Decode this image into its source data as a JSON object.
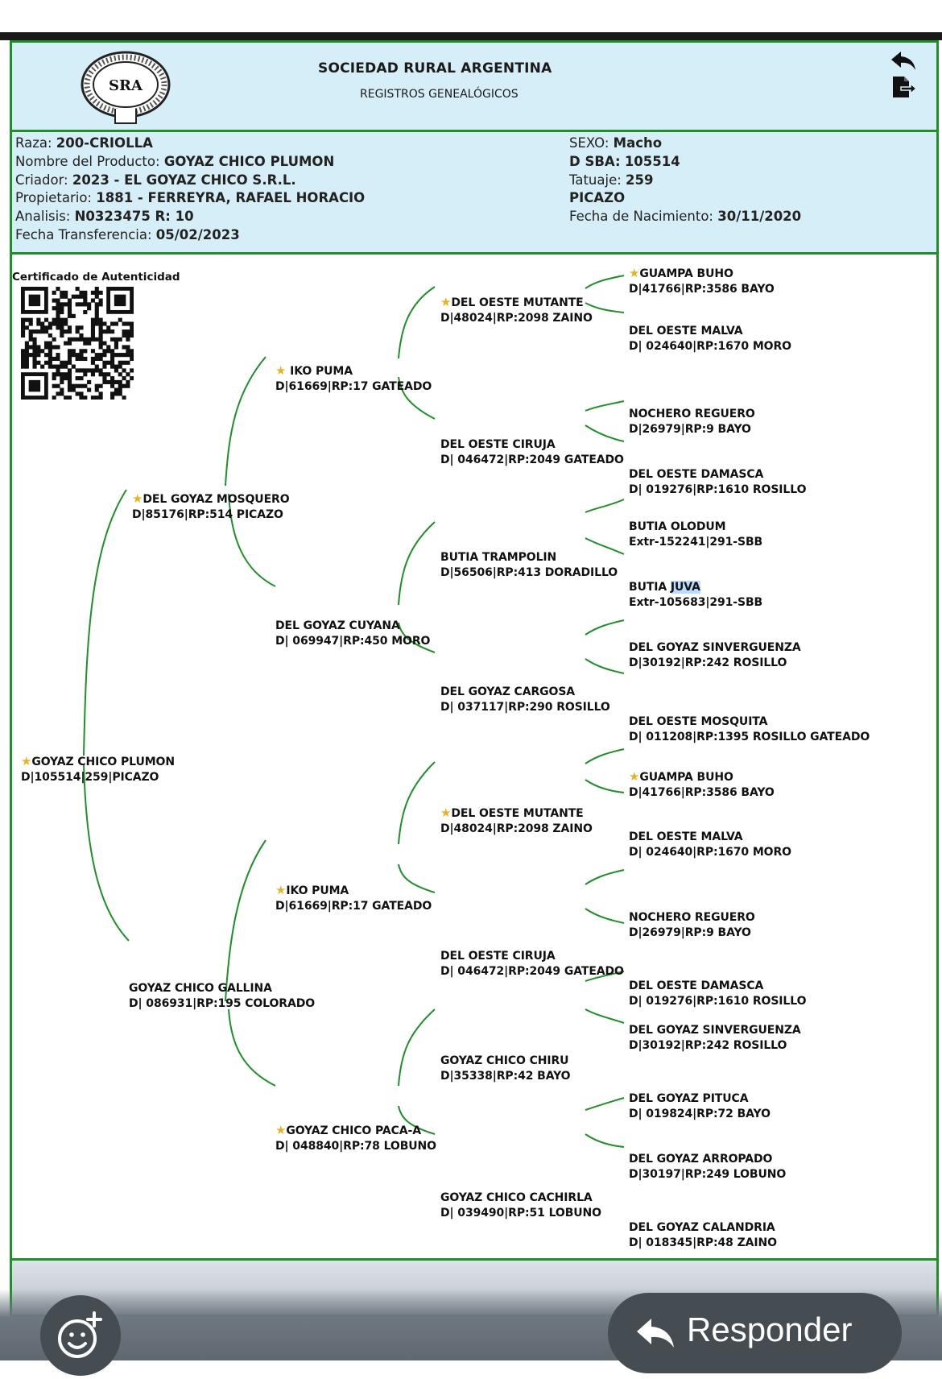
{
  "header": {
    "org_name": "SOCIEDAD RURAL ARGENTINA",
    "subtitle": "REGISTROS GENEALÓGICOS",
    "logo_text": "SRA",
    "icons": [
      "back-arrow-icon",
      "export-document-icon"
    ]
  },
  "info": {
    "raza_label": "Raza:",
    "raza": "200-CRIOLLA",
    "nombre_label": "Nombre del Producto:",
    "nombre": "GOYAZ CHICO PLUMON",
    "criador_label": "Criador:",
    "criador": "2023 - EL GOYAZ CHICO S.R.L.",
    "propietario_label": "Propietario:",
    "propietario": "1881 - FERREYRA, RAFAEL HORACIO",
    "analisis_label": "Analisis:",
    "analisis": "N0323475 R: 10",
    "transferencia_label": "Fecha Transferencia:",
    "transferencia": "05/02/2023",
    "sexo_label": "SEXO:",
    "sexo": "Macho",
    "dsba_label": "D SBA:",
    "dsba": "105514",
    "tatuaje_label": "Tatuaje:",
    "tatuaje": "259",
    "pelaje": "PICAZO",
    "nacimiento_label": "Fecha de Nacimiento:",
    "nacimiento": "30/11/2020"
  },
  "certificate_label": "Certificado de Autenticidad",
  "tree": {
    "root": {
      "name": "GOYAZ CHICO PLUMON",
      "detail": "D|105514|259|PICAZO"
    },
    "g1_sire": {
      "name": "DEL GOYAZ MOSQUERO",
      "detail": "D|85176|RP:514 PICAZO"
    },
    "g1_dam": {
      "name": "GOYAZ CHICO GALLINA",
      "detail": "D| 086931|RP:195 COLORADO"
    },
    "g2": [
      {
        "name": "IKO PUMA",
        "detail": "D|61669|RP:17 GATEADO"
      },
      {
        "name": "DEL GOYAZ CUYANA",
        "detail": "D| 069947|RP:450 MORO"
      },
      {
        "name": "IKO PUMA",
        "detail": "D|61669|RP:17 GATEADO"
      },
      {
        "name": "GOYAZ CHICO PACA-A",
        "detail": "D| 048840|RP:78 LOBUNO"
      }
    ],
    "g3": [
      {
        "name": "DEL OESTE MUTANTE",
        "detail": "D|48024|RP:2098 ZAINO"
      },
      {
        "name": "DEL OESTE CIRUJA",
        "detail": "D| 046472|RP:2049 GATEADO"
      },
      {
        "name": "BUTIA TRAMPOLIN",
        "detail": "D|56506|RP:413 DORADILLO"
      },
      {
        "name": "DEL GOYAZ CARGOSA",
        "detail": "D| 037117|RP:290 ROSILLO"
      },
      {
        "name": "DEL OESTE MUTANTE",
        "detail": "D|48024|RP:2098 ZAINO"
      },
      {
        "name": "DEL OESTE CIRUJA",
        "detail": "D| 046472|RP:2049 GATEADO"
      },
      {
        "name": "GOYAZ CHICO CHIRU",
        "detail": "D|35338|RP:42 BAYO"
      },
      {
        "name": "GOYAZ CHICO CACHIRLA",
        "detail": "D| 039490|RP:51 LOBUNO"
      }
    ],
    "g4": [
      {
        "name": "GUAMPA BUHO",
        "detail": "D|41766|RP:3586 BAYO"
      },
      {
        "name": "DEL OESTE MALVA",
        "detail": "D| 024640|RP:1670 MORO"
      },
      {
        "name": "NOCHERO REGUERO",
        "detail": "D|26979|RP:9 BAYO"
      },
      {
        "name": "DEL OESTE DAMASCA",
        "detail": "D| 019276|RP:1610 ROSILLO"
      },
      {
        "name": "BUTIA OLODUM",
        "detail": "Extr-152241|291-SBB"
      },
      {
        "name_a": "BUTIA ",
        "name_b": "JUVA",
        "detail": "Extr-105683|291-SBB"
      },
      {
        "name": "DEL GOYAZ SINVERGUENZA",
        "detail": "D|30192|RP:242 ROSILLO"
      },
      {
        "name": "DEL OESTE MOSQUITA",
        "detail": "D| 011208|RP:1395 ROSILLO GATEADO"
      },
      {
        "name": "GUAMPA BUHO",
        "detail": "D|41766|RP:3586 BAYO"
      },
      {
        "name": "DEL OESTE MALVA",
        "detail": "D| 024640|RP:1670 MORO"
      },
      {
        "name": "NOCHERO REGUERO",
        "detail": "D|26979|RP:9 BAYO"
      },
      {
        "name": "DEL OESTE DAMASCA",
        "detail": "D| 019276|RP:1610 ROSILLO"
      },
      {
        "name": "DEL GOYAZ SINVERGUENZA",
        "detail": "D|30192|RP:242 ROSILLO"
      },
      {
        "name": "DEL GOYAZ PITUCA",
        "detail": "D| 019824|RP:72 BAYO"
      },
      {
        "name": "DEL GOYAZ ARROPADO",
        "detail": "D|30197|RP:249 LOBUNO"
      },
      {
        "name": "DEL GOYAZ CALANDRIA",
        "detail": "D| 018345|RP:48 ZAINO"
      }
    ]
  },
  "reply_button": "Responder",
  "colors": {
    "border": "#1f8f2a",
    "header_bg": "#d6eef7",
    "star": "#e8b323",
    "overlay_button": "#454c52"
  }
}
